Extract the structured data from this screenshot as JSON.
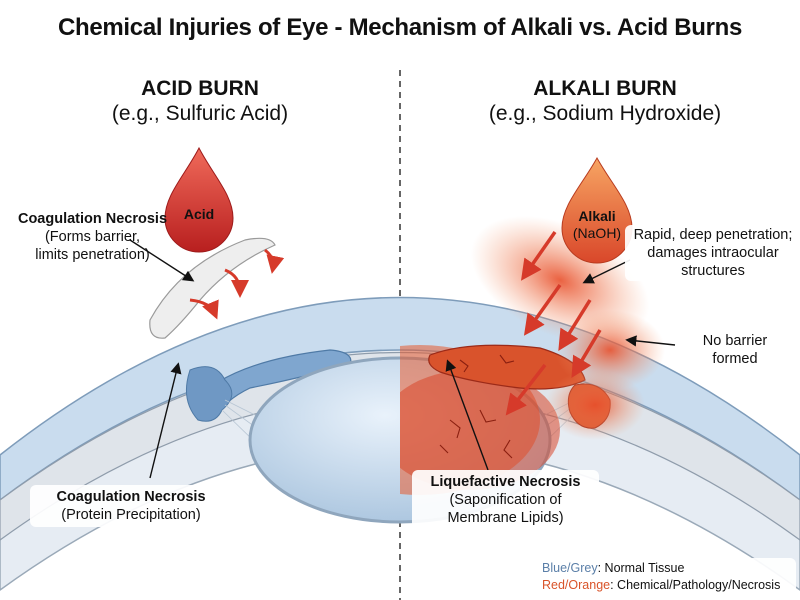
{
  "title": "Chemical Injuries of Eye - Mechanism of Alkali vs. Acid Burns",
  "acid": {
    "heading": "ACID BURN",
    "example": "(e.g., Sulfuric Acid)",
    "drop_label": "Acid",
    "callout_top_title": "Coagulation Necrosis",
    "callout_top_line1": "(Forms barrier,",
    "callout_top_line2": "limits penetration)",
    "callout_bottom_title": "Coagulation Necrosis",
    "callout_bottom_sub": "(Protein Precipitation)"
  },
  "alkali": {
    "heading": "ALKALI BURN",
    "example": "(e.g., Sodium Hydroxide)",
    "drop_label": "Alkali",
    "drop_sub": "(NaOH)",
    "callout_penetration_1": "Rapid, deep penetration;",
    "callout_penetration_2": "damages intraocular",
    "callout_penetration_3": "structures",
    "callout_barrier_1": "No barrier",
    "callout_barrier_2": "formed",
    "callout_necrosis_title": "Liquefactive Necrosis",
    "callout_necrosis_sub1": "(Saponification of",
    "callout_necrosis_sub2": "Membrane Lipids)"
  },
  "legend": {
    "normal_key": "Blue/Grey",
    "normal_text": ": Normal Tissue",
    "pathology_key": "Red/Orange",
    "pathology_text": ": Chemical/Pathology/Necrosis",
    "normal_color": "#5b7fa8",
    "pathology_color": "#d9542a"
  }
}
